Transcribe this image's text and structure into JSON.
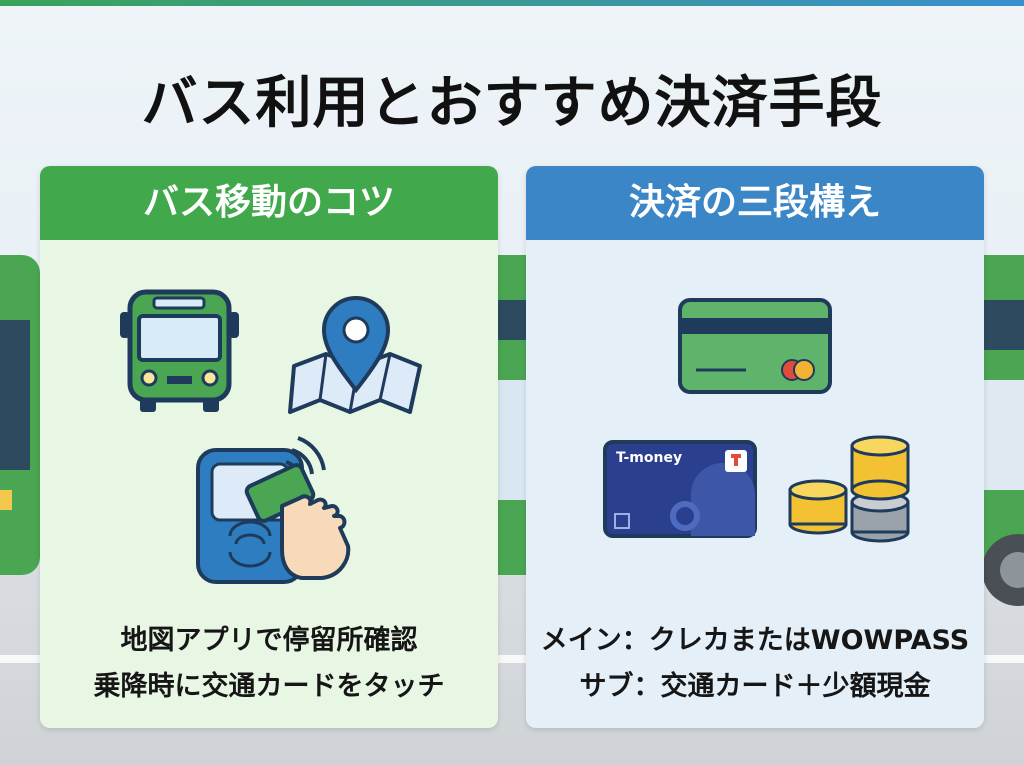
{
  "title": "バス利用とおすすめ決済手段",
  "left_panel": {
    "header": "バス移動のコツ",
    "captions": [
      "地図アプリで停留所確認",
      "乗降時に交通カードをタッチ"
    ],
    "accent_color": "#41a84c"
  },
  "right_panel": {
    "header": "決済の三段構え",
    "captions": [
      "メイン：クレカまたはWOWPASS",
      "サブ：交通カード＋少額現金"
    ],
    "tmoney_label": "T-money",
    "accent_color": "#3a86c6"
  }
}
